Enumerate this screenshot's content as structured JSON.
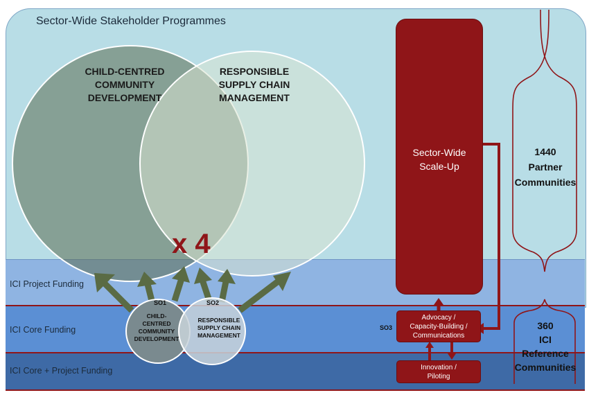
{
  "title": "Sector-Wide Stakeholder Programmes",
  "bands": {
    "project_funding": "ICI Project  Funding",
    "core_funding": "ICI Core Funding",
    "core_plus_project": "ICI Core  + Project Funding"
  },
  "large_venn": {
    "left_line1": "CHILD-CENTRED",
    "left_line2": "COMMUNITY",
    "left_line3": "DEVELOPMENT",
    "right_line1": "RESPONSIBLE",
    "right_line2": "SUPPLY CHAIN",
    "right_line3": "MANAGEMENT",
    "multiplier": "x 4"
  },
  "small_venn": {
    "so1": "SO1",
    "so2": "SO2",
    "left_line1": "CHILD-",
    "left_line2": "CENTRED",
    "left_line3": "COMMUNITY",
    "left_line4": "DEVELOPMENT",
    "right_line1": "RESPONSIBLE",
    "right_line2": "SUPPLY CHAIN",
    "right_line3": "MANAGEMENT"
  },
  "scaleup": {
    "line1": "Sector-Wide",
    "line2": "Scale-Up"
  },
  "so3": "SO3",
  "advocacy": {
    "line1": "Advocacy /",
    "line2": "Capacity-Building /",
    "line3": "Communications"
  },
  "innovation": {
    "line1": "Innovation /",
    "line2": "Piloting"
  },
  "partner": {
    "line1": "1440",
    "line2": "Partner",
    "line3": "Communities"
  },
  "reference": {
    "line1": "360",
    "line2": "ICI",
    "line3": "Reference",
    "line4": "Communities"
  },
  "colors": {
    "sky": "#b8dde6",
    "band_project": "#8fb4e2",
    "band_core": "#5b8fd4",
    "band_core_project": "#3e6aa6",
    "dark_red": "#8f1518",
    "arrow_green": "#5a6b44"
  }
}
